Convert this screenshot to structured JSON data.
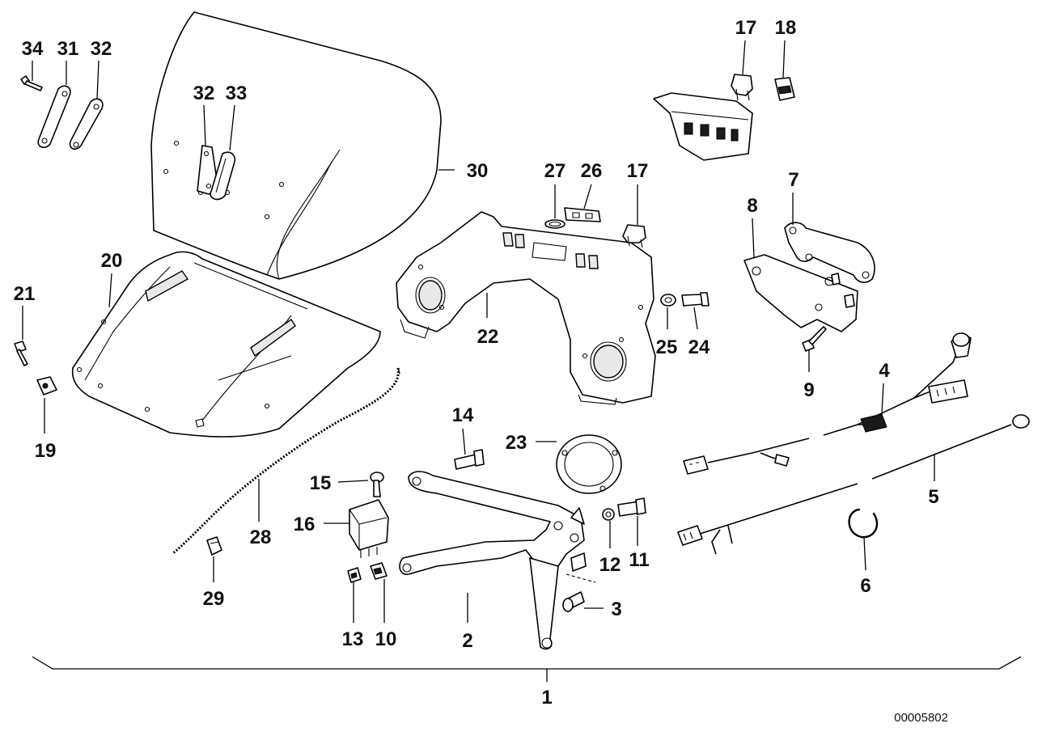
{
  "diagram": {
    "reference_number": "00005802",
    "callouts": [
      "34",
      "31",
      "32",
      "32",
      "33",
      "30",
      "20",
      "21",
      "19",
      "28",
      "29",
      "15",
      "16",
      "13",
      "10",
      "2",
      "14",
      "23",
      "27",
      "26",
      "17",
      "17",
      "18",
      "22",
      "25",
      "24",
      "8",
      "7",
      "9",
      "4",
      "5",
      "6",
      "12",
      "11",
      "3",
      "1"
    ]
  }
}
